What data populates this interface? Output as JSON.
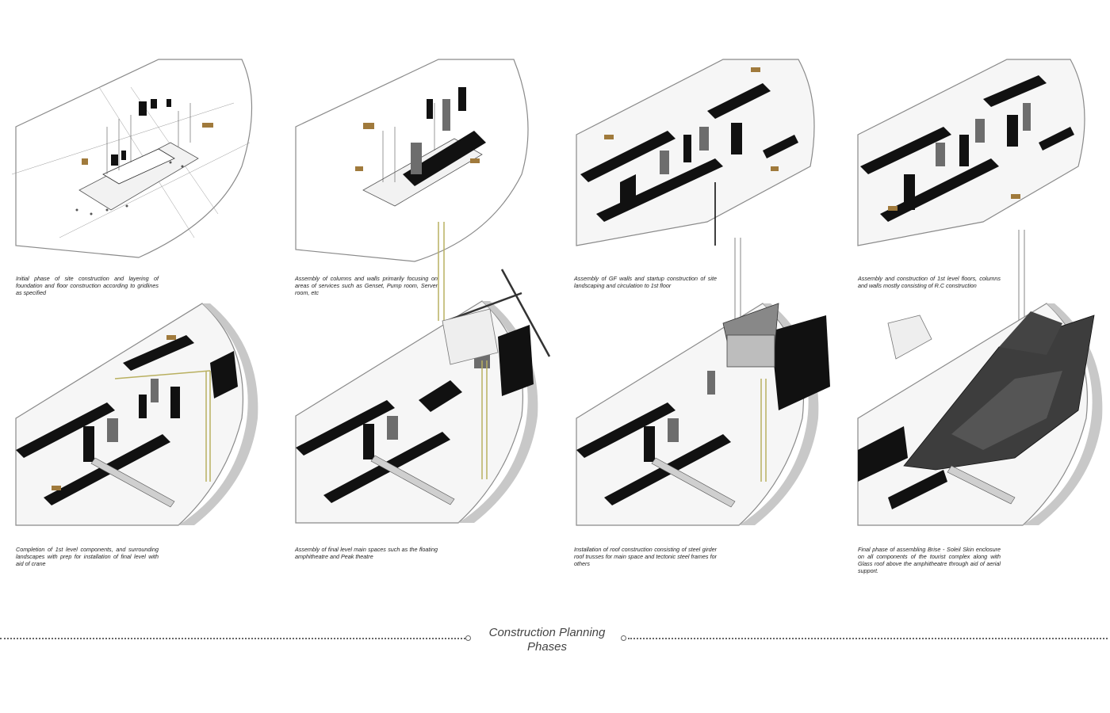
{
  "phases": [
    {
      "id": "p1",
      "caption": "Initial phase of site construction and layering of foundation and floor construction according to gridlines as specified"
    },
    {
      "id": "p2",
      "caption": "Assembly of columns and walls primarily focusing on areas of services such as Genset, Pump room, Server room, etc"
    },
    {
      "id": "p3",
      "caption": "Assembly of GF walls and startup construction of site landscaping and circulation to 1st floor"
    },
    {
      "id": "p4",
      "caption": "Assembly and construction of 1st level floors, columns and walls mostly consisting of R.C construction"
    },
    {
      "id": "p5",
      "caption": "Completion of 1st level components, and surrounding landscapes with prep for installation of final level with aid of crane"
    },
    {
      "id": "p6",
      "caption": "Assembly of final level main spaces such as the floating amphitheatre and Peak theatre"
    },
    {
      "id": "p7",
      "caption": "Installation of roof construction consisting of steel girder roof trusses for main space and tectonic steel frames for others"
    },
    {
      "id": "p8",
      "caption": "Final phase of assembling Brise - Soleil Skin enclosure on all components of the tourist complex along with Glass roof above the amphitheatre through aid of aerial support."
    }
  ],
  "footer": {
    "title_line1": "Construction Planning",
    "title_line2": "Phases"
  },
  "colors": {
    "outline": "#8a8a8a",
    "solid": "#111111",
    "mid": "#6d6d6d",
    "light": "#d9d9d9",
    "crane": "#d8d28a",
    "machine": "#a07a3c"
  }
}
